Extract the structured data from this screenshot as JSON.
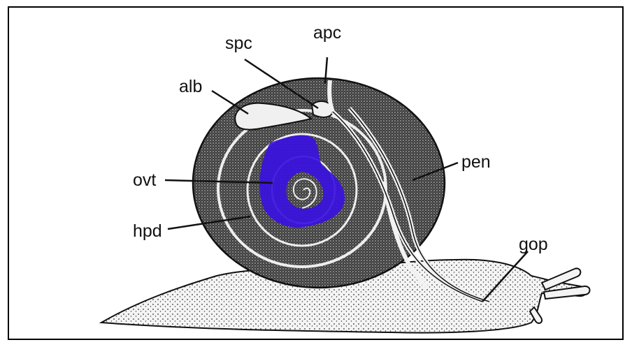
{
  "labels": {
    "spc": "spc",
    "apc": "apc",
    "alb": "alb",
    "ovt": "ovt",
    "hpd": "hpd",
    "pen": "pen",
    "gop": "gop"
  },
  "colors": {
    "highlight": "#3a10e0",
    "ink": "#111111",
    "shell_fill": "#4a4a4a",
    "body_fill": "#f4f4f4"
  }
}
